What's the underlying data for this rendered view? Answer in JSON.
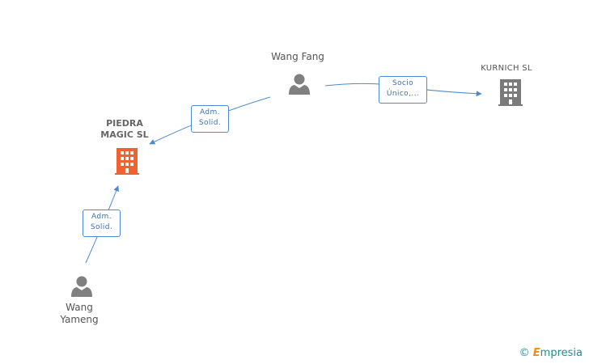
{
  "nodes": {
    "wang_fang": {
      "name": "Wang Fang"
    },
    "kurnich": {
      "name": "KURNICH  SL"
    },
    "piedra": {
      "name_line1": "PIEDRA",
      "name_line2": "MAGIC SL"
    },
    "wang_yameng": {
      "name_line1": "Wang",
      "name_line2": "Yameng"
    }
  },
  "edges": {
    "fang_to_kurnich": {
      "line1": "Socio",
      "line2": "Único,..."
    },
    "fang_to_piedra": {
      "line1": "Adm.",
      "line2": "Solid."
    },
    "yameng_to_piedra": {
      "line1": "Adm.",
      "line2": "Solid."
    }
  },
  "watermark": {
    "copyright": "©",
    "brand_initial": "E",
    "brand_rest": "mpresia"
  },
  "colors": {
    "edge": "#4a8ad4",
    "person": "#808080",
    "company": "#7a7a7a",
    "company_main": "#f0622f"
  }
}
